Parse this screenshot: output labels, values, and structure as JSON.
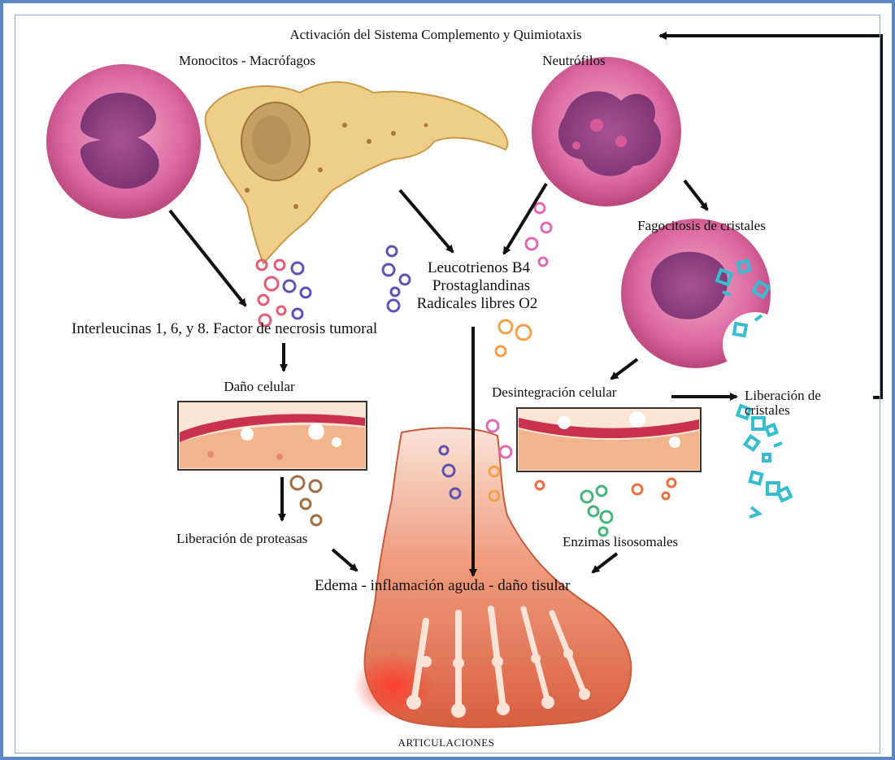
{
  "diagram": {
    "labels": {
      "complement": "Activación del Sistema Complemento y Quimiotaxis",
      "monocytes": "Monocitos - Macrófagos",
      "neutrophils": "Neutrófilos",
      "phagocytosis": "Fagocitosis de cristales",
      "leukotrienes": "Leucotrienos B4",
      "prostaglandins": "Prostaglandinas",
      "free_radicals": "Radicales libres O2",
      "interleukins": "Interleucinas 1, 6, y 8. Factor de necrosis tumoral",
      "cell_damage": "Daño celular",
      "cell_disintegration": "Desintegración celular",
      "crystal_release": "Liberación de cristales",
      "protease_release": "Liberación de proteasas",
      "lysosomal_enzymes": "Enzimas lisosomales",
      "outcome": "Edema - inflamación aguda - daño tisular",
      "joints": "ARTICULACIONES"
    },
    "colors": {
      "frame": "#5b87c5",
      "cell_pink": "#d65a96",
      "macrophage": "#e9c77a",
      "crystal": "#37bcd0",
      "foot": "#e48a6a",
      "arrow": "#111111"
    }
  }
}
